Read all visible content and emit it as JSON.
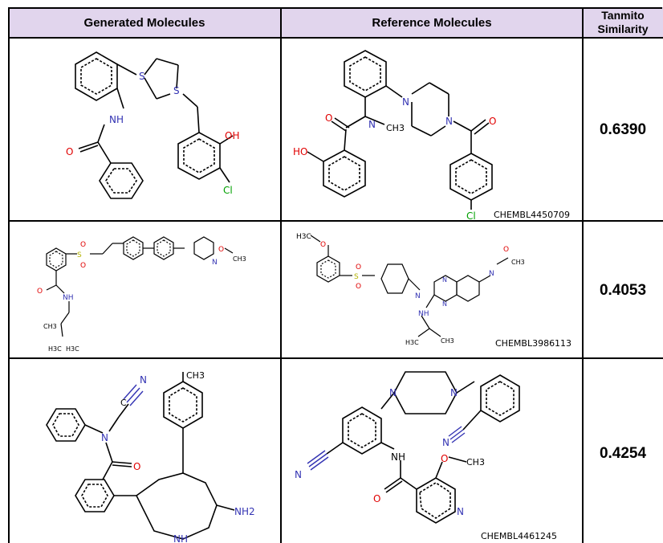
{
  "header": {
    "generated": "Generated Molecules",
    "reference": "Reference Molecules",
    "similarity_line1": "Tanmito",
    "similarity_line2": "Similarity"
  },
  "rows": [
    {
      "reference_id": "CHEMBL4450709",
      "similarity": "0.6390"
    },
    {
      "reference_id": "CHEMBL3986113",
      "similarity": "0.4053"
    },
    {
      "reference_id": "CHEMBL4461245",
      "similarity": "0.4254"
    }
  ],
  "atoms": {
    "r1g": {
      "s1": "S",
      "s2": "S",
      "nh": "NH",
      "o": "O",
      "oh": "OH",
      "cl": "Cl"
    },
    "r1r": {
      "n1": "N",
      "n2": "N",
      "n3": "N",
      "ch3": "CH3",
      "o1": "O",
      "o2": "O",
      "ho": "HO",
      "cl": "Cl"
    },
    "r2g": {
      "s": "S",
      "o1": "O",
      "o2": "O",
      "n": "N",
      "o3": "O",
      "ch3": "CH3",
      "o4": "O",
      "nh": "NH",
      "me1": "CH3",
      "me2": "H3C",
      "me3": "H3C"
    },
    "r2r": {
      "h3c": "H3C",
      "o1": "O",
      "s": "S",
      "o2": "O",
      "o3": "O",
      "n1": "N",
      "n2": "N",
      "n3": "N",
      "n4": "N",
      "o4": "O",
      "ch3a": "CH3",
      "nh": "NH",
      "h3c2": "H3C",
      "ch3b": "CH3"
    },
    "r3g": {
      "n1": "N",
      "c": "C",
      "n2": "N",
      "o": "O",
      "ch3": "CH3",
      "nh2": "NH2",
      "nh": "NH"
    },
    "r3r": {
      "n1": "N",
      "n2": "N",
      "n3": "N",
      "n4": "N",
      "nh": "NH",
      "o1": "O",
      "o2": "O",
      "ch3": "CH3",
      "n5": "N"
    }
  },
  "colors": {
    "header_bg": "#e1d5ed",
    "border": "#000000",
    "nitrogen": "#3333b3",
    "oxygen": "#e00000",
    "chlorine": "#00a000",
    "sulfur": "#b3b300"
  }
}
